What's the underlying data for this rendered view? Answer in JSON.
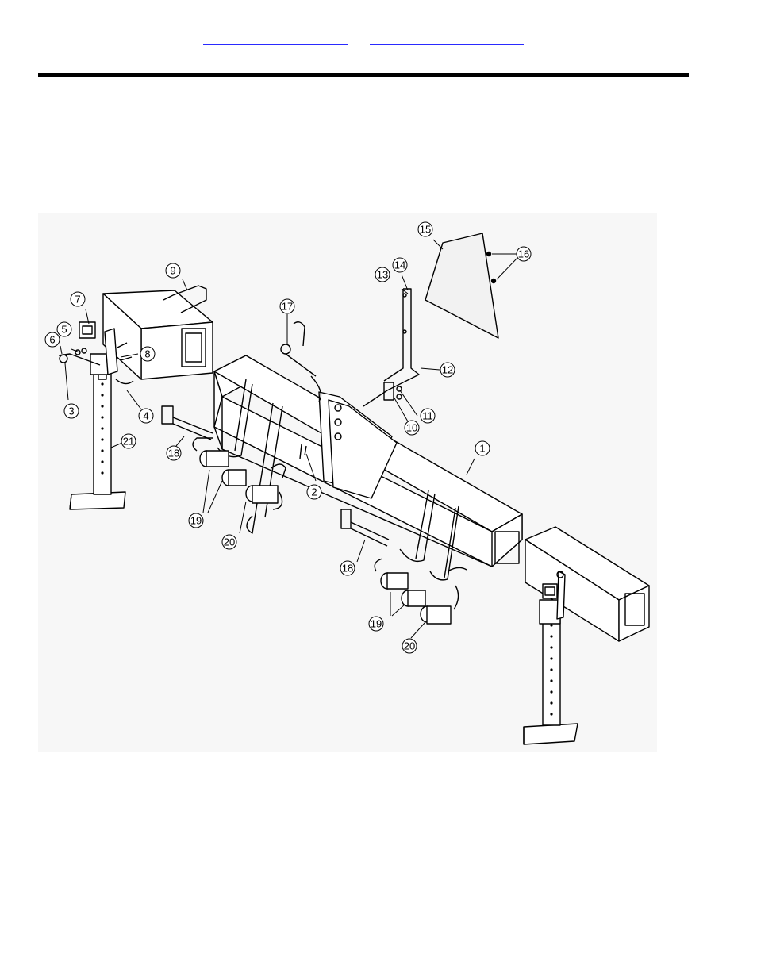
{
  "header": {
    "links": [
      "",
      ""
    ]
  },
  "diagram": {
    "callouts": [
      "1",
      "2",
      "3",
      "4",
      "5",
      "6",
      "7",
      "8",
      "9",
      "10",
      "11",
      "12",
      "13",
      "14",
      "15",
      "16",
      "17",
      "18",
      "18",
      "19",
      "19",
      "20",
      "20",
      "21"
    ]
  }
}
